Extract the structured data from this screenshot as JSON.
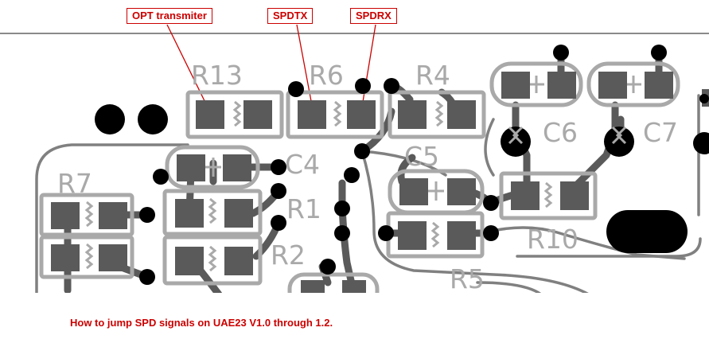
{
  "callouts": {
    "opt": "OPT transmiter",
    "spdtx": "SPDTX",
    "spdrx": "SPDRX"
  },
  "caption": "How to jump SPD signals on UAE23 V1.0 through 1.2.",
  "designators": {
    "r13": "R13",
    "r6": "R6",
    "r4": "R4",
    "c6": "C6",
    "c7": "C7",
    "r7": "R7",
    "c4": "C4",
    "c5": "C5",
    "r1": "R1",
    "r2": "R2",
    "r10": "R10",
    "r5": "R5"
  },
  "colors": {
    "copper": "#5a5a5a",
    "trace": "#808080",
    "silkscreen": "#a9a9a9",
    "callout": "#cc0000"
  }
}
